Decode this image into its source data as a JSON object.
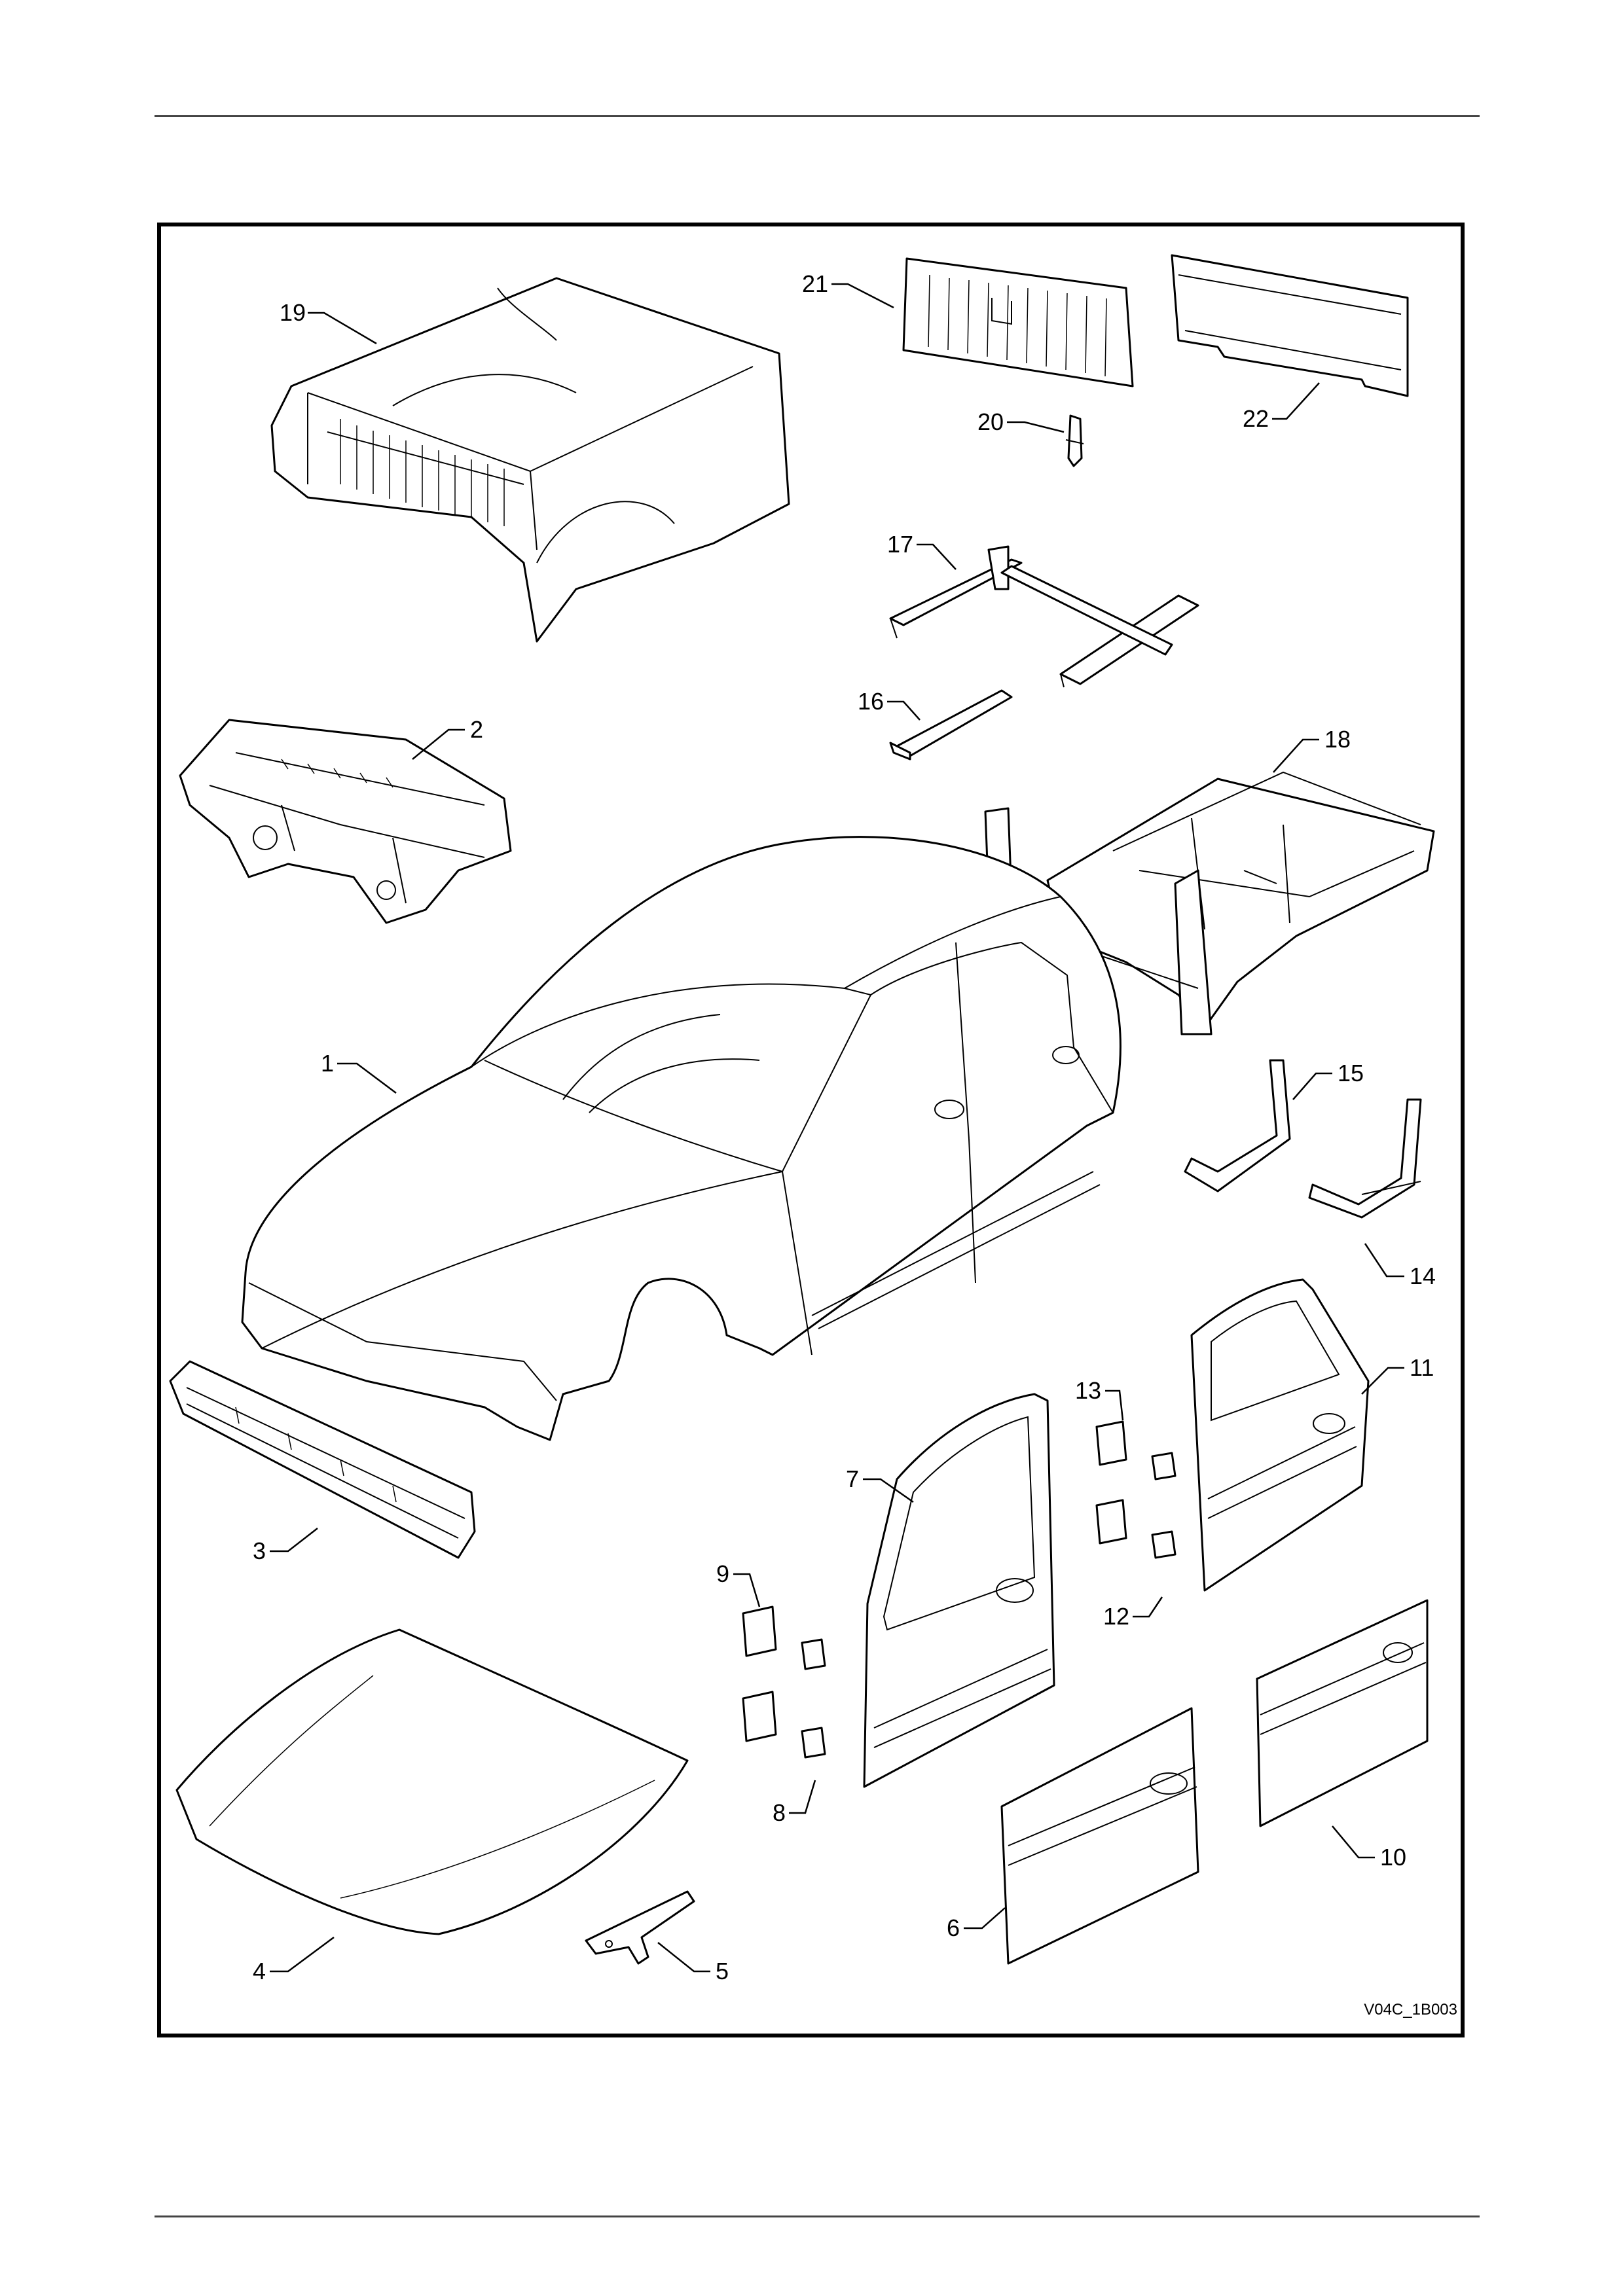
{
  "diagram": {
    "callouts": [
      {
        "id": "1",
        "text": "1"
      },
      {
        "id": "2",
        "text": "2"
      },
      {
        "id": "3",
        "text": "3"
      },
      {
        "id": "4",
        "text": "4"
      },
      {
        "id": "5",
        "text": "5"
      },
      {
        "id": "6",
        "text": "6"
      },
      {
        "id": "7",
        "text": "7"
      },
      {
        "id": "8",
        "text": "8"
      },
      {
        "id": "9",
        "text": "9"
      },
      {
        "id": "10",
        "text": "10"
      },
      {
        "id": "11",
        "text": "11"
      },
      {
        "id": "12",
        "text": "12"
      },
      {
        "id": "13",
        "text": "13"
      },
      {
        "id": "14",
        "text": "14"
      },
      {
        "id": "15",
        "text": "15"
      },
      {
        "id": "16",
        "text": "16"
      },
      {
        "id": "17",
        "text": "17"
      },
      {
        "id": "18",
        "text": "18"
      },
      {
        "id": "19",
        "text": "19"
      },
      {
        "id": "20",
        "text": "20"
      },
      {
        "id": "21",
        "text": "21"
      },
      {
        "id": "22",
        "text": "22"
      }
    ],
    "reference_code": "V04C_1B003"
  }
}
